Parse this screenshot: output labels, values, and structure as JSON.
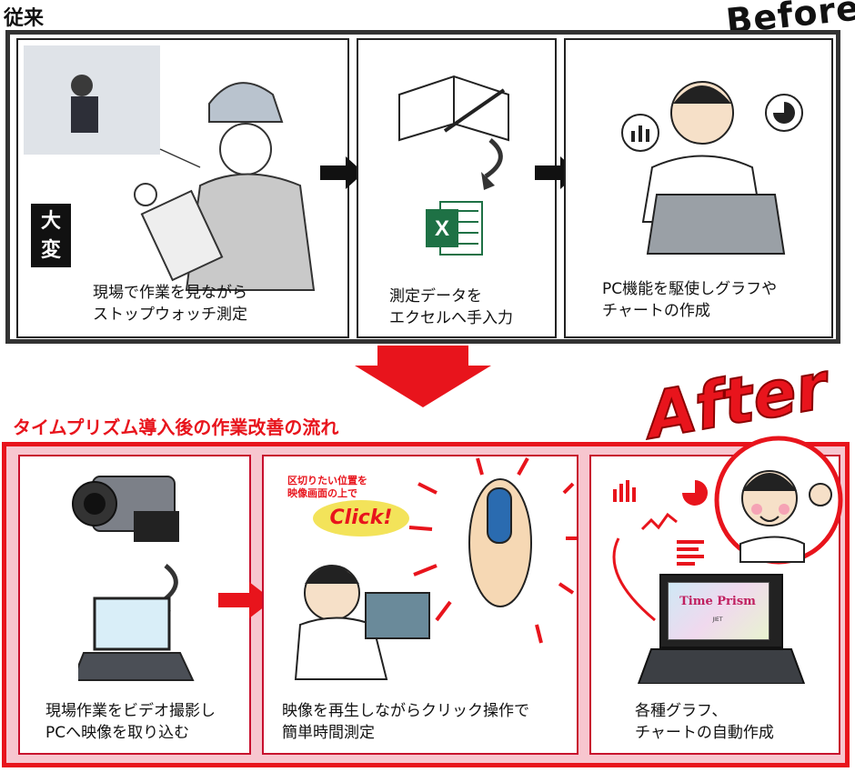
{
  "before": {
    "label": "従来",
    "tag": "Before",
    "panels": [
      {
        "text": "現場で作業を見ながら\nストップウォッチ測定"
      },
      {
        "text": "測定データを\nエクセルへ手入力"
      },
      {
        "text": "PC機能を駆使しグラフや\nチャートの作成"
      }
    ],
    "badge": "大\n変"
  },
  "after": {
    "title": "タイムプリズム導入後の作業改善の流れ",
    "tag": "After",
    "panels": [
      {
        "text": "現場作業をビデオ撮影し\nPCへ映像を取り込む"
      },
      {
        "text": "映像を再生しながらクリック操作で\n簡単時間測定"
      },
      {
        "text": "各種グラフ、\nチャートの自動作成"
      }
    ],
    "click_note": "区切りたい位置を\n映像画面の上で",
    "click_label": "Click!",
    "screen_title": "Time Prism",
    "screen_sub": "JIET",
    "excel_letter": "X"
  },
  "colors": {
    "accent_red": "#e8141c",
    "pink_bg": "#f7c6cf",
    "frame_dark": "#333333",
    "excel_green": "#1e7145"
  }
}
